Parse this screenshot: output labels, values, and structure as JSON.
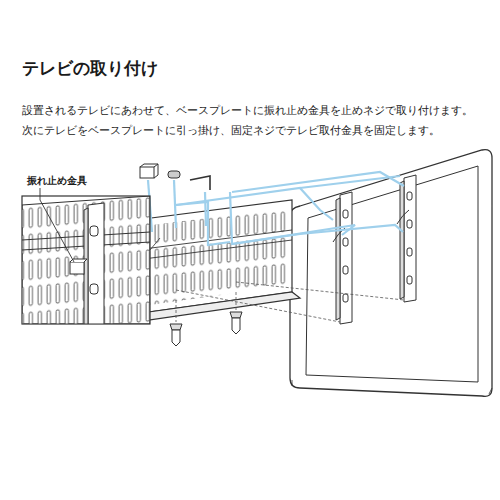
{
  "diagram": {
    "title": "テレビの取り付け",
    "labels": [
      "設置されるテレビにあわせて、ベースプレートに振れ止め金具を止めネジで取り付けます。",
      "次にテレビをベースプレートに引っ掛け、固定ネジでテレビ取付金具を固定します。",
      "振れ止め金具"
    ]
  }
}
